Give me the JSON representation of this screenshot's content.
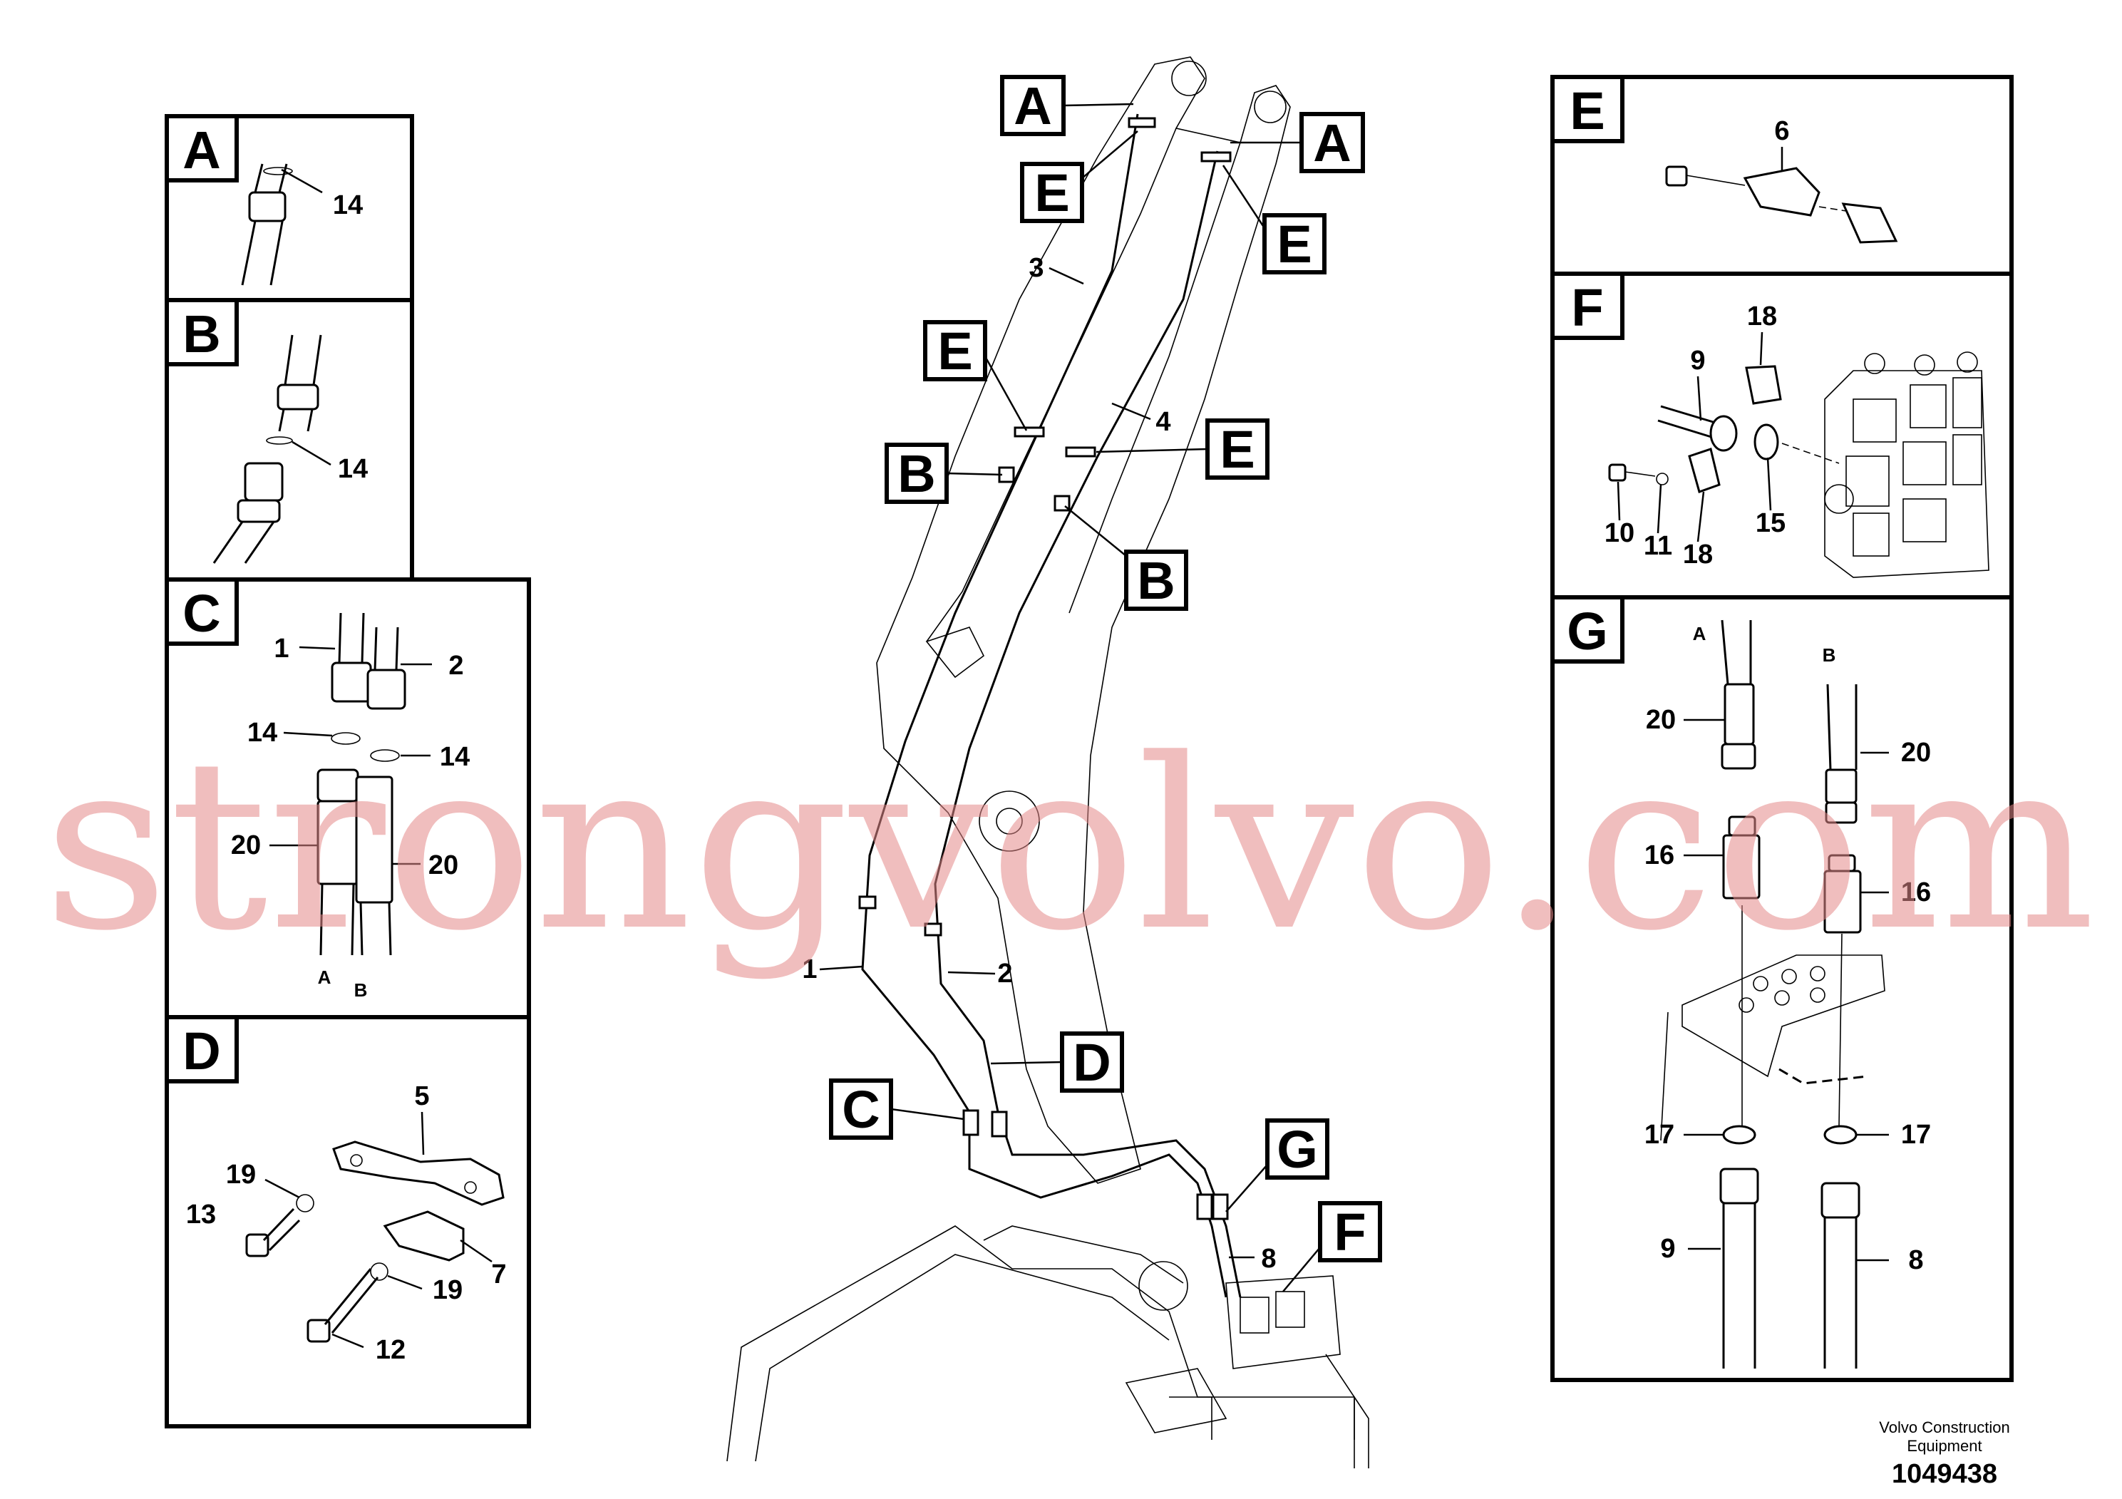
{
  "panels": {
    "A": {
      "label": "A",
      "parts": [
        "14"
      ]
    },
    "B": {
      "label": "B",
      "parts": [
        "14"
      ]
    },
    "C": {
      "label": "C",
      "parts": [
        "1",
        "2",
        "14",
        "14",
        "20",
        "20"
      ],
      "ends": [
        "A",
        "B"
      ]
    },
    "D": {
      "label": "D",
      "parts": [
        "5",
        "19",
        "13",
        "7",
        "19",
        "12"
      ]
    },
    "E": {
      "label": "E",
      "parts": [
        "6"
      ]
    },
    "F": {
      "label": "F",
      "parts": [
        "18",
        "9",
        "10",
        "11",
        "18",
        "15"
      ]
    },
    "G": {
      "label": "G",
      "parts": [
        "20",
        "20",
        "16",
        "16",
        "17",
        "17",
        "9",
        "8"
      ],
      "ends": [
        "A",
        "B"
      ]
    }
  },
  "main": {
    "tags": [
      "A",
      "A",
      "E",
      "E",
      "E",
      "E",
      "B",
      "B",
      "C",
      "D",
      "G",
      "F"
    ],
    "parts": [
      "3",
      "4",
      "1",
      "2",
      "8"
    ]
  },
  "watermark": "strongvolvo.com",
  "footer": {
    "company": [
      "Volvo Construction",
      "Equipment"
    ],
    "number": "1049438"
  },
  "colors": {
    "watermark": "#e58a8a",
    "ink": "#000000"
  }
}
